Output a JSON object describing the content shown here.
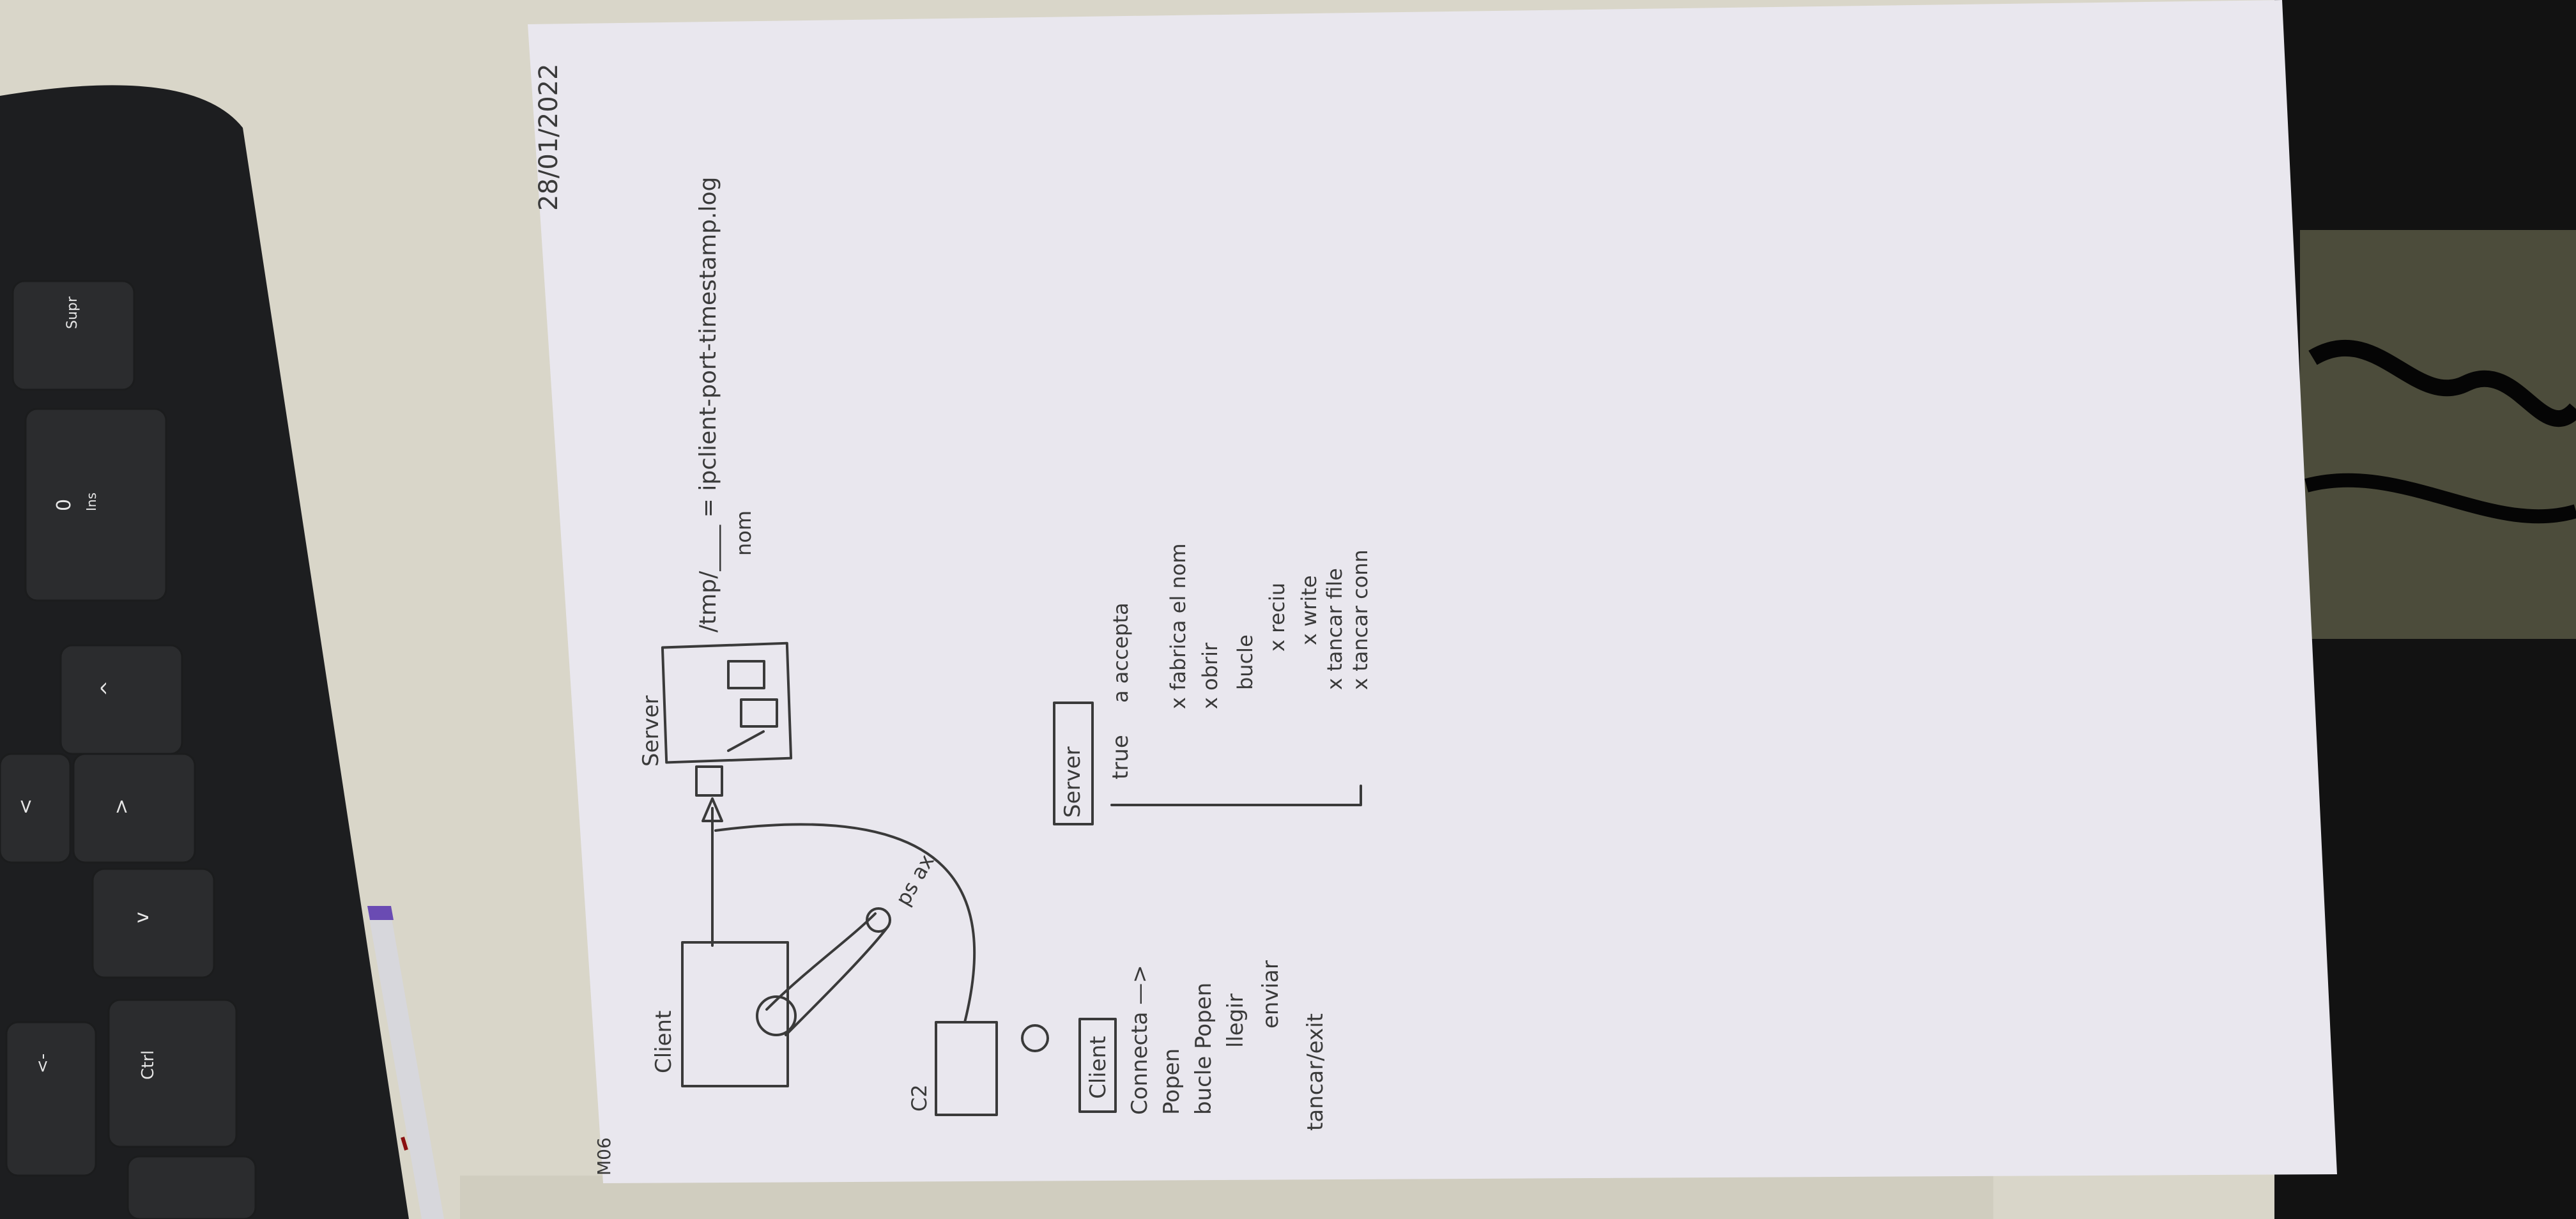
{
  "keyboard": {
    "keys": [
      "Supr",
      "0",
      "Ins",
      "^",
      "<",
      ">",
      "v",
      "Ctrl",
      "<-"
    ]
  },
  "paper": {
    "date": "28/01/2022",
    "page_id": "M06",
    "diagram": {
      "server_label": "Server",
      "client_label": "Client",
      "client2_label": "C2",
      "ps_label": "ps ax",
      "path_text": "/tmp/____ = ipclient-port-timestamp.log",
      "path_sub": "nom"
    },
    "client_notes": {
      "title": "Client",
      "lines": [
        "Connecta —>",
        "Popen",
        "bucle Popen",
        "llegir",
        "enviar",
        "tancar/exit"
      ]
    },
    "server_notes": {
      "title": "Server",
      "lines": [
        "true",
        "a accepta",
        "x fabrica el nom",
        "x obrir",
        "bucle",
        "x reciu",
        "x write",
        "x tancar file",
        "x tancar conn"
      ]
    }
  }
}
